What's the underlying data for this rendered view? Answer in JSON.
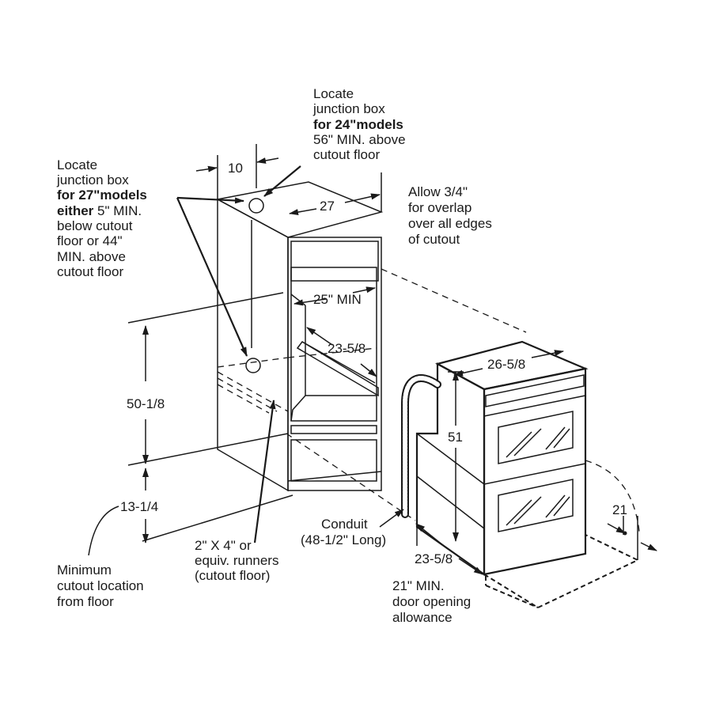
{
  "notes": {
    "jb24": [
      "Locate",
      "junction box",
      "for 24\"models",
      "56\" MIN. above",
      "cutout floor"
    ],
    "jb27": [
      "Locate",
      "junction box",
      "for 27\"models",
      "either",
      " 5\" MIN.",
      "below cutout",
      "floor or 44\"",
      "MIN. above",
      "cutout floor"
    ],
    "overlap": [
      "Allow 3/4\"",
      "for overlap",
      "over all edges",
      "of cutout"
    ],
    "runners": [
      "2\" X 4\" or",
      "equiv. runners",
      "(cutout floor)"
    ],
    "min_cutout": [
      "Minimum",
      "cutout location",
      "from floor"
    ],
    "conduit": [
      "Conduit",
      "(48-1/2\" Long)"
    ],
    "door": [
      "21\" MIN.",
      "door opening",
      "allowance"
    ]
  },
  "dimensions": {
    "d10": "10",
    "d27": "27",
    "d25min": "25\" MIN",
    "d23_5_8_cab": "23-5/8",
    "d50_1_8": "50-1/8",
    "d13_1_4": "13-1/4",
    "d26_5_8": "26-5/8",
    "d51": "51",
    "d23_5_8_oven": "23-5/8",
    "d21": "21"
  }
}
